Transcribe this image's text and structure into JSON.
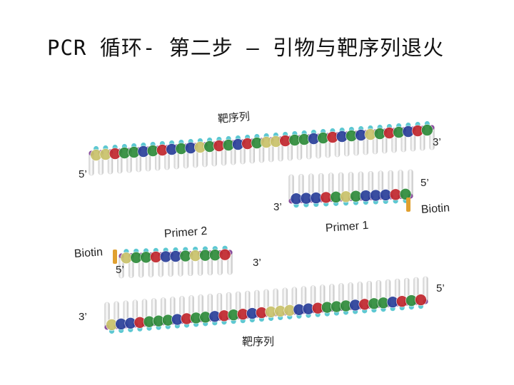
{
  "title": "PCR 循环- 第二步 – 引物与靶序列退火",
  "labels": {
    "target_top": "靶序列",
    "target_bottom": "靶序列",
    "top_strand_3prime": "3’",
    "top_strand_5prime": "5’",
    "primer1_5prime": "5’",
    "primer1_3prime": "3’",
    "primer1_biotin": "Biotin",
    "primer1_name": "Primer 1",
    "primer2_name": "Primer 2",
    "primer2_biotin": "Biotin",
    "primer2_5prime": "5’",
    "primer2_3prime": "3’",
    "bottom_strand_5prime": "5’",
    "bottom_strand_3prime": "3’"
  },
  "colors": {
    "backbone_teal": "#5ec8d2",
    "backbone_purple": "#8a4f9e",
    "base_red": "#c1272d",
    "base_green": "#2e8b3a",
    "base_blue": "#2a3f9a",
    "base_yellow": "#c9c26a",
    "rung": "#e6e6e6",
    "biotin": "#e0a030"
  }
}
